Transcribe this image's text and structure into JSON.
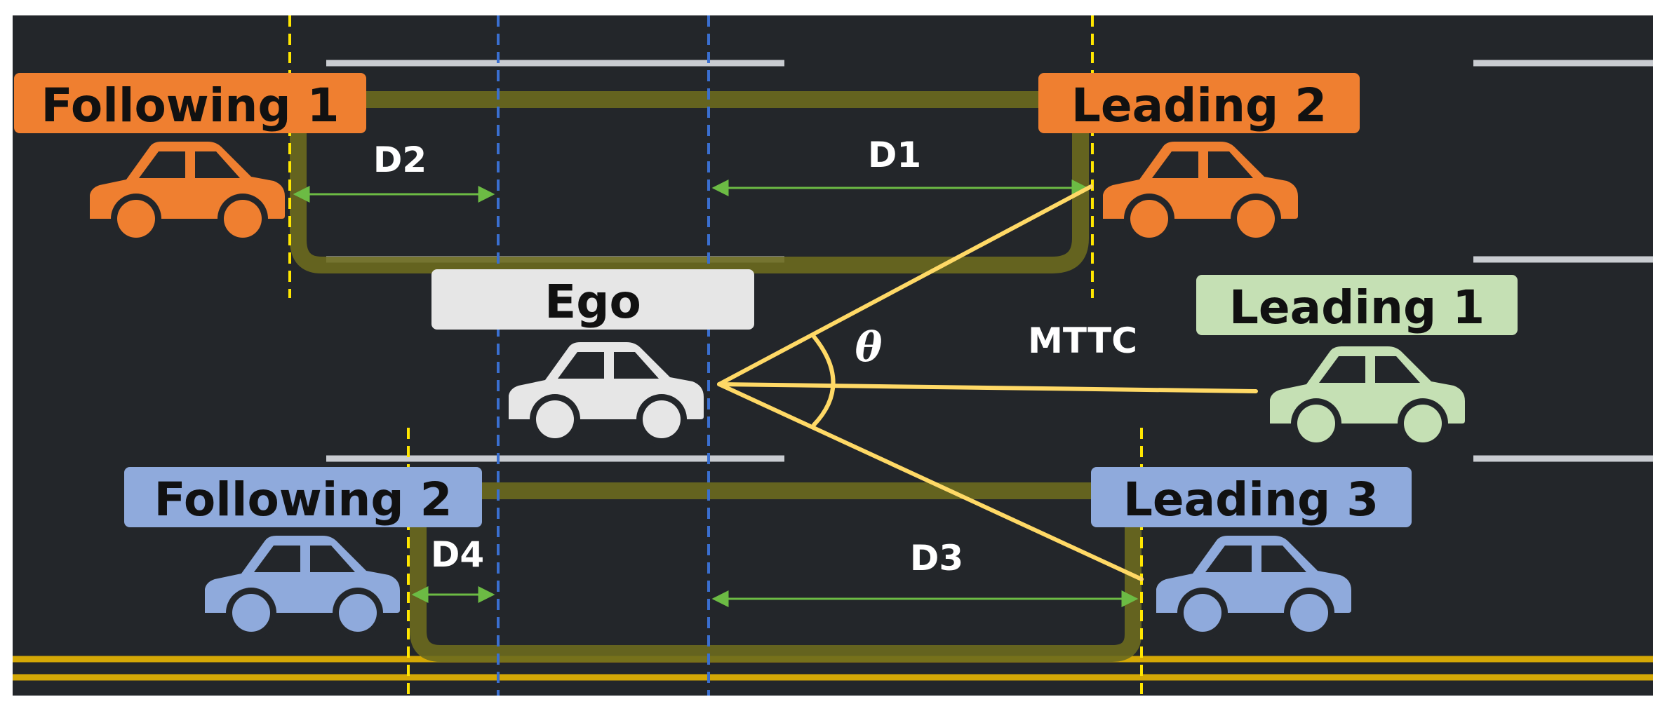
{
  "vehicles": {
    "following_1": "Following 1",
    "leading_2": "Leading 2",
    "ego": "Ego",
    "leading_1": "Leading 1",
    "following_2": "Following 2",
    "leading_3": "Leading 3"
  },
  "measures": {
    "d1": "D1",
    "d2": "D2",
    "d3": "D3",
    "d4": "D4",
    "mttc": "MTTC",
    "theta": "θ"
  },
  "colors": {
    "road": "#23262a",
    "following_1_and_leading_2": "#ef7f30",
    "ego": "#e6e6e6",
    "leading_1": "#c5e0b4",
    "following_2_and_leading_3": "#8faadc",
    "lane_box": "#6b6a1e",
    "ref_line_yellow": "#ffe600",
    "ref_line_blue": "#3a6fd0",
    "distance_arrow": "#6cbb44",
    "sight_lines": "#ffd966",
    "curb": "#d4a806"
  }
}
